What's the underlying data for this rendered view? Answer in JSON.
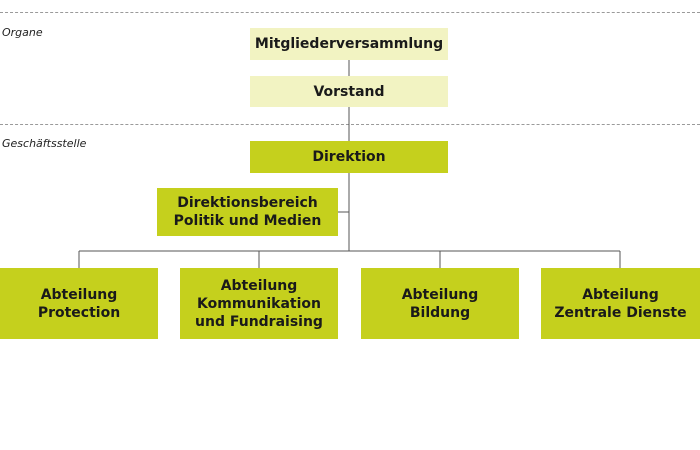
{
  "sections": {
    "organe": "Organe",
    "geschaeftsstelle": "Geschäftsstelle"
  },
  "boxes": {
    "mitgliederversammlung": "Mitgliederversammlung",
    "vorstand": "Vorstand",
    "direktion": "Direktion",
    "direktionsbereich": {
      "line1": "Direktionsbereich",
      "line2": "Politik und Medien"
    },
    "protection": {
      "line1": "Abteilung",
      "line2": "Protection"
    },
    "kommunikation": {
      "line1": "Abteilung",
      "line2": "Kommunikation",
      "line3": "und Fundraising"
    },
    "bildung": {
      "line1": "Abteilung",
      "line2": "Bildung"
    },
    "zentrale_dienste": {
      "line1": "Abteilung",
      "line2": "Zentrale Dienste"
    }
  },
  "colors": {
    "organ_fill": "#f2f3c2",
    "office_fill": "#c5d01d",
    "connector": "#555555",
    "divider": "#9a9a9a"
  }
}
